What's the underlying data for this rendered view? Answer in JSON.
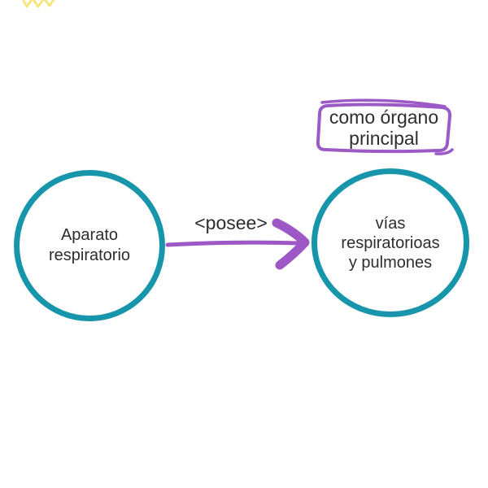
{
  "diagram": {
    "background": "#ffffff",
    "colors": {
      "node_border": "#1795ab",
      "edge": "#9d58c5",
      "annotation_border": "#9c5ac6",
      "text": "#2d2d2d",
      "scribble": "#f3dc55"
    },
    "nodes": {
      "left": {
        "line1": "Aparato",
        "line2": "respiratorio"
      },
      "right": {
        "line1": "vías",
        "line2": "respiratorioas",
        "line3": "y pulmones"
      }
    },
    "edge": {
      "label": "<posee>"
    },
    "annotation": {
      "line1": "como órgano",
      "line2": "principal"
    },
    "decorations": {
      "scribble": "yellow-scribble"
    }
  }
}
